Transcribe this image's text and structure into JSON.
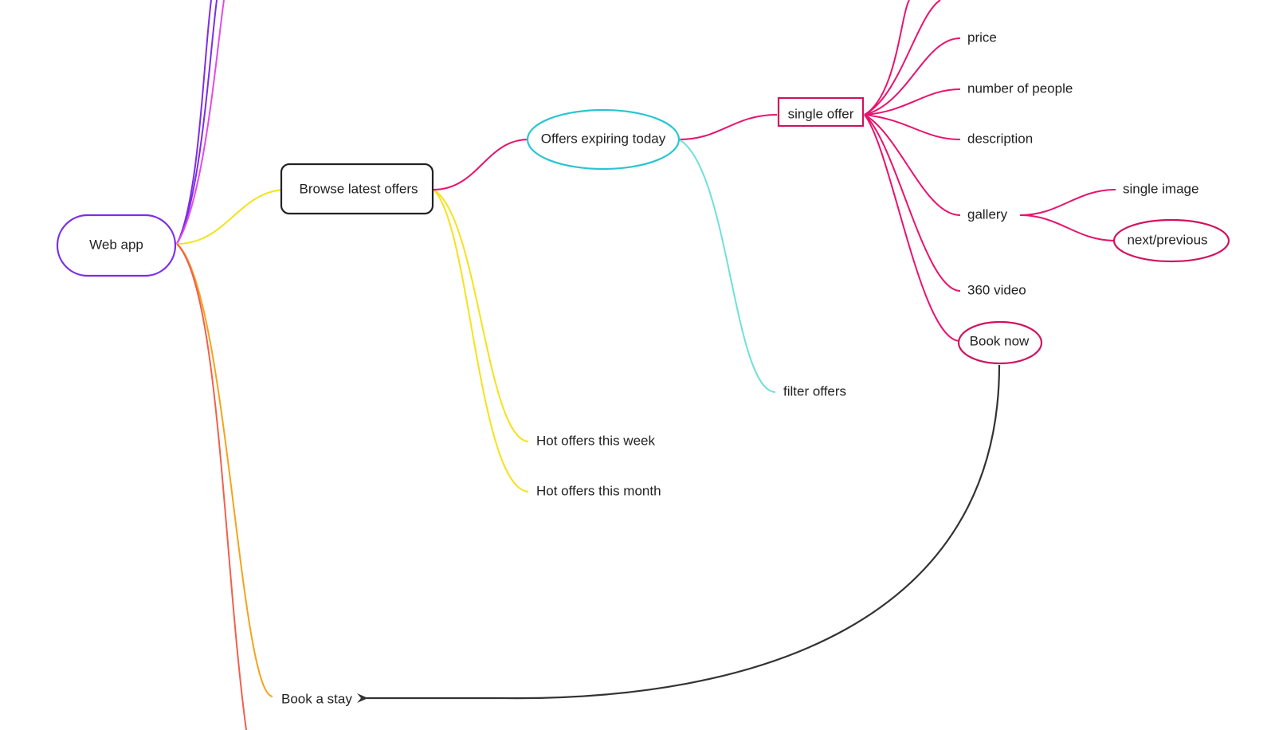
{
  "colors": {
    "root": "#7b2ee6",
    "root_branch_violet": "#7b2ee6",
    "root_branch_magenta": "#e24be8",
    "browse": "#f5e21c",
    "browse_border": "#222222",
    "pink": "#e8136f",
    "cyan": "#26c6d2",
    "cyan_light": "#6fe0d9",
    "orange": "#f5a31c",
    "orange_red": "#f0604d",
    "connector": "#333333",
    "crimson_border": "#d1125f"
  },
  "nodes": {
    "web_app": "Web app",
    "browse_latest_offers": "Browse latest offers",
    "offers_expiring_today": "Offers expiring today",
    "single_offer": "single offer",
    "price": "price",
    "number_of_people": "number of people",
    "description": "description",
    "gallery": "gallery",
    "single_image": "single image",
    "next_previous": "next/previous",
    "video_360": "360 video",
    "book_now": "Book now",
    "filter_offers": "filter offers",
    "hot_offers_week": "Hot offers this week",
    "hot_offers_month": "Hot offers this month",
    "book_a_stay": "Book a stay"
  }
}
